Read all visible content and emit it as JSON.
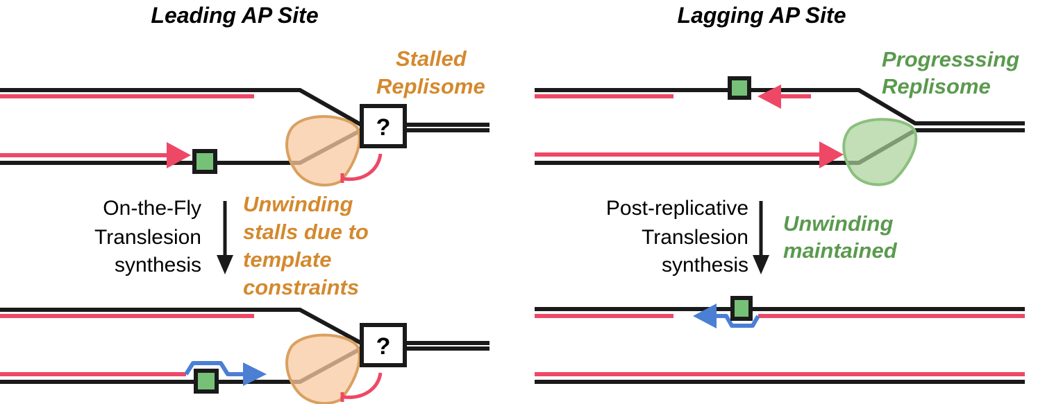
{
  "colors": {
    "dna": "#1a1a1a",
    "nascent": "#ee4866",
    "lesion_fill": "#76c177",
    "tls": "#4a7fd4",
    "stalled": "#d4892e",
    "stalled_fill": "#f8caa0",
    "progressing": "#5a9a4e",
    "progressing_fill": "#a8d29a"
  },
  "left_panel": {
    "title": "Leading AP Site",
    "replisome_label_line1": "Stalled",
    "replisome_label_line2": "Replisome",
    "unknown_symbol": "?",
    "step_label": [
      "On-the-Fly",
      "Translesion",
      "synthesis"
    ],
    "outcome_label": [
      "Unwinding",
      "stalls due to",
      "template",
      "constraints"
    ]
  },
  "right_panel": {
    "title": "Lagging AP Site",
    "replisome_label_line1": "Progresssing",
    "replisome_label_line2": "Replisome",
    "step_label": [
      "Post-replicative",
      "Translesion",
      "synthesis"
    ],
    "outcome_label": [
      "Unwinding",
      "maintained"
    ]
  },
  "legend_icons": {
    "lesion": "ap-site-lesion-icon",
    "replisome": "replisome-blob-icon",
    "arrow": "down-arrow-icon"
  }
}
